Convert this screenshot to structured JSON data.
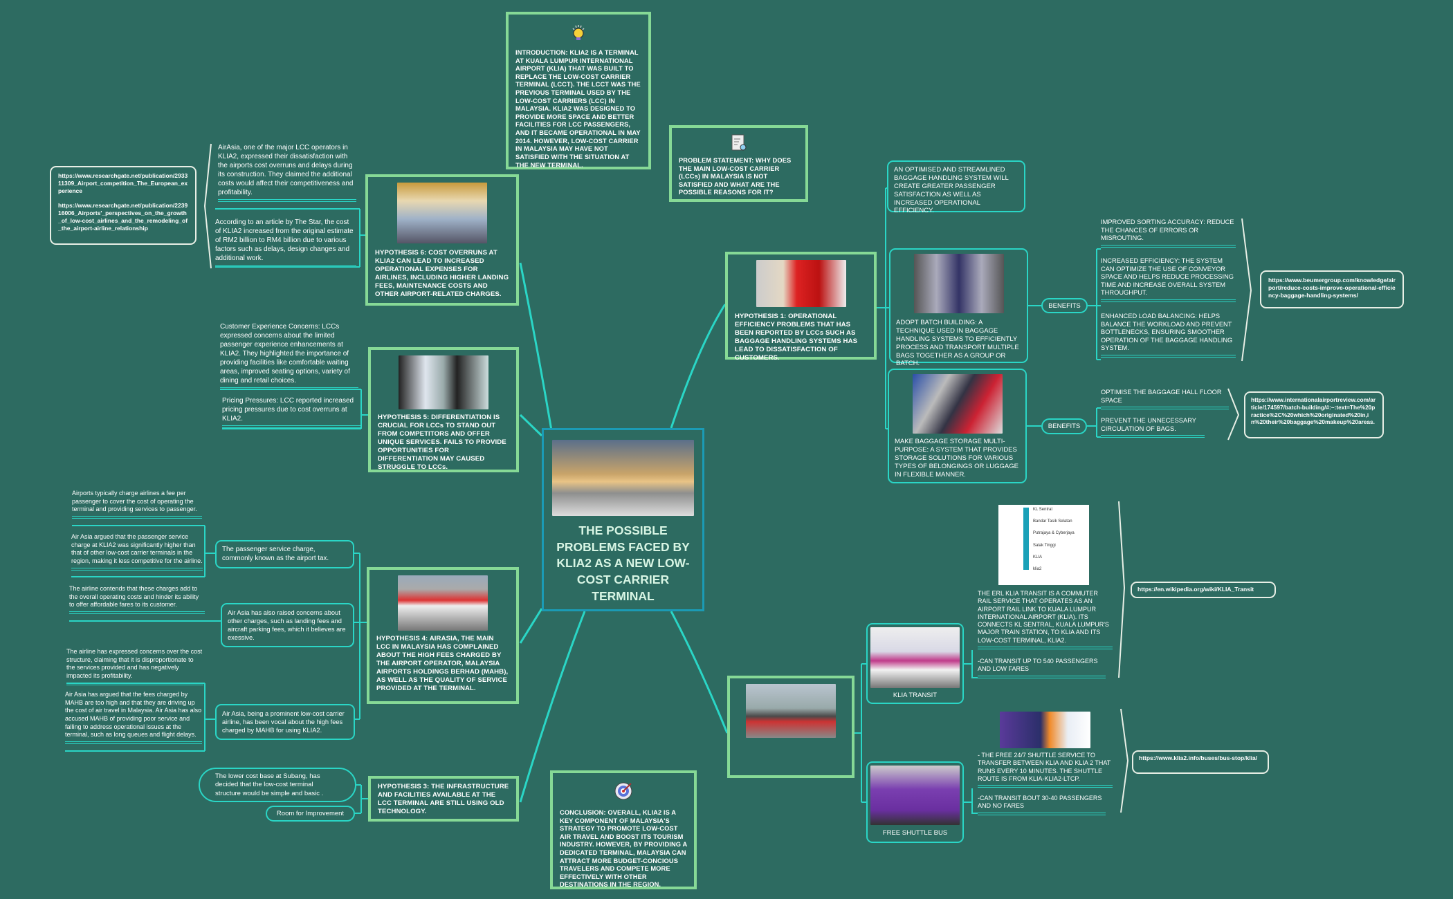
{
  "colors": {
    "background": "#2d6b61",
    "hypothesis_border": "#86d996",
    "branch": "#2ad6c6",
    "central_border": "#1b9bb5",
    "central_text": "#d8f5e4"
  },
  "central": {
    "title": "THE POSSIBLE PROBLEMS FACED BY KLIA2 AS A NEW LOW-COST CARRIER TERMINAL",
    "icon": "airport-sunset-photo"
  },
  "introduction": {
    "icon": "lightbulb-icon",
    "text": "INTRODUCTION: KLIA2 IS A TERMINAL AT KUALA LUMPUR INTERNATIONAL AIRPORT (KLIA)  THAT WAS BUILT TO REPLACE THE LOW-COST CARRIER TERMINAL (LCCT). THE LCCT WAS THE PREVIOUS TERMINAL USED BY THE LOW-COST CARRIERS (LCC) IN MALAYSIA. KLIA2 WAS DESIGNED TO PROVIDE MORE SPACE AND BETTER FACILITIES FOR LCC PASSENGERS, AND IT BECAME OPERATIONAL IN MAY 2014. HOWEVER, LOW-COST CARRIER IN MALAYSIA MAY HAVE NOT SATISFIED WITH THE SITUATION AT THE NEW TERMINAL."
  },
  "problem_statement": {
    "icon": "document-search-icon",
    "text": "PROBLEM STATEMENT: WHY DOES THE MAIN LOW-COST CARRIER (LCCs) IN MALAYSIA IS NOT SATISFIED AND WHAT ARE THE POSSIBLE REASONS FOR IT?"
  },
  "conclusion": {
    "icon": "target-icon",
    "text": "CONCLUSION: OVERALL, KLIA2 IS A KEY COMPONENT OF MALAYSIA'S STRATEGY TO PROMOTE LOW-COST AIR TRAVEL AND BOOST ITS TOURISM INDUSTRY. HOWEVER, BY PROVIDING A DEDICATED TERMINAL, MALAYSIA CAN ATTRACT MORE BUDGET-CONCIOUS TRAVELERS AND COMPETE MORE EFFECTIVELY WITH OTHER DESTINATIONS IN THE REGION."
  },
  "hyp6": {
    "text": "HYPOTHESIS 6: COST OVERRUNS AT KLIA2 CAN LEAD TO INCREASED OPERATIONAL EXPENSES FOR AIRLINES, INCLUDING HIGHER LANDING FEES, MAINTENANCE COSTS AND OTHER AIRPORT-RELATED CHARGES.",
    "notes": [
      "AirAsia, one of the major LCC operators in KLIA2, expressed their dissatisfaction with the airports cost overruns and delays during its construction. They claimed the additional costs would affect their competitiveness and profitability.",
      "According to an article by The Star, the cost of KLIA2 increased from the original estimate of RM2 billion to RM4 billion due to various factors such as delays, design changes and additional work."
    ],
    "references": [
      "https://www.researchgate.net/publication/293311309_Airport_competition_The_European_experience",
      "https://www.researchgate.net/publication/223916006_Airports'_perspectives_on_the_growth_of_low-cost_airlines_and_the_remodeling_of_the_airport-airline_relationship"
    ]
  },
  "hyp5": {
    "text": "HYPOTHESIS 5: DIFFERENTIATION IS CRUCIAL FOR LCCs TO STAND OUT FROM COMPETITORS AND OFFER UNIQUE SERVICES. FAILS TO PROVIDE OPPORTUNITIES FOR DIFFERENTIATION MAY CAUSED STRUGGLE TO LCCs.",
    "notes": [
      "Customer Experience Concerns: LCCs expressed concerns about the limited passenger experience enhancements at KLIA2. They highlighted the importance of providing facilities like comfortable waiting areas, improved seating options, variety of dining and retail choices.",
      "Pricing Pressures: LCC reported increased pricing pressures due to cost overruns at KLIA2."
    ]
  },
  "hyp4": {
    "text": "HYPOTHESIS 4: AIRASIA, THE MAIN LCC IN MALAYSIA HAS COMPLAINED ABOUT THE HIGH FEES CHARGED BY THE AIRPORT OPERATOR, MALAYSIA AIRPORTS HOLDINGS BERHAD (MAHB), AS WELL AS THE QUALITY OF SERVICE PROVIDED AT THE TERMINAL.",
    "branches": [
      {
        "label": "The passenger service charge, commonly known as the airport tax.",
        "notes": [
          "Airports typically charge airlines a fee per passenger to cover the cost of operating the terminal and providing services to passenger.",
          "Air Asia argued that the passenger service charge at KLIA2 was significantly higher than that of other low-cost carrier terminals in the region, making it less competitive for the airline."
        ]
      },
      {
        "label": "Air Asia has also raised concerns about other charges, such as landing fees and aircraft parking fees, which it believes are exessive.",
        "notes": [
          "The airline contends that these charges add to the overall operating costs and hinder its ability to offer affordable fares to its customer."
        ]
      },
      {
        "label": "Air Asia, being a prominent low-cost carrier airline, has been vocal about the high fees charged by MAHB for using KLIA2.",
        "notes": [
          "The airline has expressed concerns over the cost structure, claiming that it is disproportionate to the services provided and has negatively impacted its profitability.",
          "Air Asia has argued that the fees charged by MAHB are too high and that they are driving up the cost of air travel in Malaysia. Air Asia has also accused MAHB of providing poor service and falling to address operational issues at the terminal, such as long queues and flight delays."
        ]
      }
    ]
  },
  "hyp3": {
    "text": "HYPOTHESIS 3: THE INFRASTRUCTURE AND FACILITIES AVAILABLE AT THE LCC TERMINAL ARE STILL USING OLD TECHNOLOGY.",
    "notes": [
      "The lower cost base at Subang, has decided that the low-cost terminal structure would be simple and basic .",
      "Room for Improvement"
    ]
  },
  "hyp1": {
    "text": "HYPOTHESIS 1: OPERATIONAL EFFICIENCY PROBLEMS THAT HAS BEEN REPORTED BY LCCs SUCH AS BAGGAGE HANDLING SYSTEMS HAS LEAD TO DISSATISFACTION OF CUSTOMERS.",
    "optimised": "AN OPTIMISED AND STREAMLINED BAGGAGE HANDLING SYSTEM WILL CREATE GREATER PASSENGER SATISFACTION AS WELL AS INCREASED OPERATIONAL EFFICIENCY.",
    "batch": {
      "text": "ADOPT BATCH BUILDING: A TECHNIQUE USED IN BAGGAGE HANDLING SYSTEMS TO EFFICIENTLY PROCESS AND TRANSPORT MULTIPLE BAGS TOGETHER AS A GROUP OR BATCH.",
      "benefits_label": "BENEFITS",
      "benefits": [
        "IMPROVED SORTING ACCURACY: REDUCE THE CHANCES OF ERRORS OR MISROUTING.",
        "INCREASED EFFICIENCY: THE SYSTEM CAN OPTIMIZE THE USE OF CONVEYOR SPACE AND HELPS REDUCE PROCESSING TIME AND INCREASE OVERALL SYSTEM THROUGHPUT.",
        "ENHANCED LOAD BALANCING: HELPS BALANCE THE WORKLOAD AND PREVENT BOTTLENECKS, ENSURING SMOOTHER OPERATION OF THE BAGGAGE HANDLING SYSTEM."
      ],
      "reference": "https://www.beumergroup.com/knowledge/airport/reduce-costs-improve-operational-efficiency-baggage-handling-systems/"
    },
    "storage": {
      "text": "MAKE BAGGAGE STORAGE MULTI-PURPOSE: A SYSTEM THAT PROVIDES STORAGE SOLUTIONS FOR VARIOUS TYPES OF BELONGINGS OR LUGGAGE IN FLEXIBLE MANNER.",
      "benefits_label": "BENEFITS",
      "benefits": [
        "OPTIMISE THE BAGGAGE HALL FLOOR SPACE",
        "PREVENT THE UNNECESSARY CIRCULATION OF BAGS."
      ],
      "reference": "https://www.internationalairportreview.com/article/174597/batch-building/#:~:text=The%20practice%2C%20which%20originated%20in,in%20their%20baggage%20makeup%20areas."
    }
  },
  "transport": {
    "klia_transit": {
      "label": "KLIA TRANSIT",
      "description": "THE ERL KLIA TRANSIT IS A COMMUTER RAIL SERVICE THAT OPERATES AS AN AIRPORT RAIL LINK TO KUALA LUMPUR INTERNATIONAL AIRPORT (KLIA).  ITS CONNECTS KL SENTRAL, KUALA LUMPUR'S MAJOR TRAIN STATION, TO KLIA AND ITS LOW-COST TERMINAL, KLIA2.",
      "capacity": "-CAN TRANSIT UP TO 540 PASSENGERS AND LOW FARES",
      "reference": "https://en.wikipedia.org/wiki/KLIA_Transit",
      "map_stations": [
        "KL Sentral",
        "Bandar Tasik Selatan",
        "Putrajaya & Cyberjaya",
        "Salak Tinggi",
        "KLIA",
        "klia2"
      ]
    },
    "shuttle": {
      "label": "FREE SHUTTLE BUS",
      "description": "- THE FREE 24/7 SHUTTLE SERVICE TO TRANSFER BETWEEN KLIA AND KLIA 2 THAT RUNS EVERY 10 MINUTES. THE SHUTTLE ROUTE IS FROM KLIA-KLIA2-LTCP.",
      "capacity": "-CAN TRANSIT BOUT 30-40 PASSENGERS AND NO FARES",
      "reference": "https://www.klia2.info/buses/bus-stop/klia/"
    }
  }
}
